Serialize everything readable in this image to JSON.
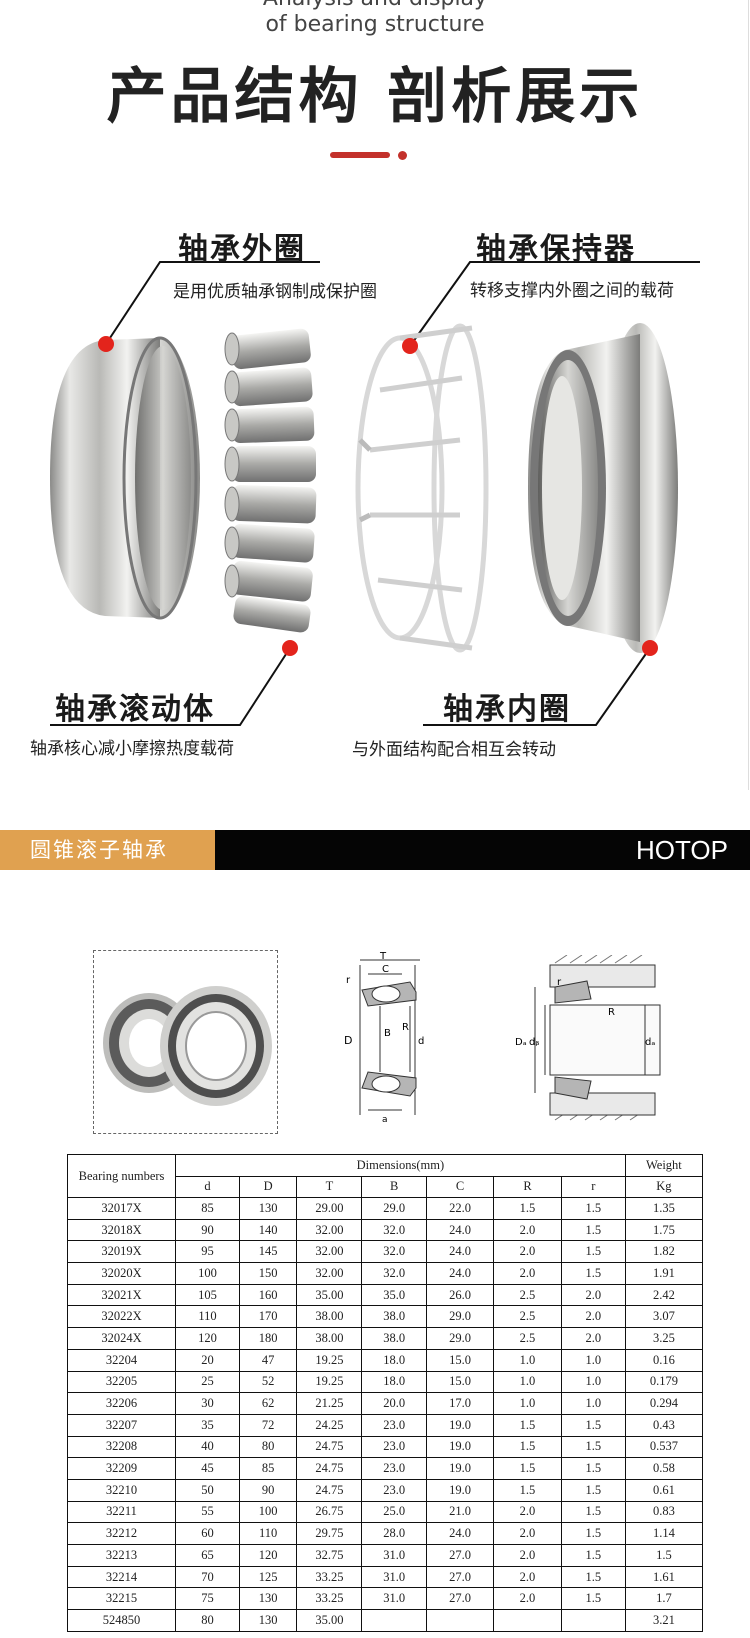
{
  "header": {
    "subtitle_line1": "Analysis and display",
    "subtitle_line2": "of bearing structure",
    "title": "产品结构 剖析展示"
  },
  "parts": {
    "outer_ring": {
      "title": "轴承外圈",
      "desc": "是用优质轴承钢制成保护圈"
    },
    "cage": {
      "title": "轴承保持器",
      "desc": "转移支撑内外圈之间的载荷"
    },
    "rolling": {
      "title": "轴承滚动体",
      "desc": "轴承核心减小摩擦热度载荷"
    },
    "inner_ring": {
      "title": "轴承内圈",
      "desc": "与外面结构配合相互会转动"
    }
  },
  "banner": {
    "left": "圆锥滚子轴承",
    "right": "HOTOP"
  },
  "diagram1_labels": {
    "T": "T",
    "C": "C",
    "r": "r",
    "D": "D",
    "B": "B",
    "R": "R",
    "d": "d",
    "a": "a"
  },
  "diagram2_labels": {
    "r": "r",
    "R": "R",
    "Da": "Dₐ",
    "db": "dᵦ",
    "da": "dₐ"
  },
  "table": {
    "col_bearing": "Bearing numbers",
    "col_dimensions": "Dimensions(mm)",
    "col_weight": "Weight",
    "subheaders": [
      "d",
      "D",
      "T",
      "B",
      "C",
      "R",
      "r",
      "Kg"
    ],
    "rows": [
      [
        "32017X",
        "85",
        "130",
        "29.00",
        "29.0",
        "22.0",
        "1.5",
        "1.5",
        "1.35"
      ],
      [
        "32018X",
        "90",
        "140",
        "32.00",
        "32.0",
        "24.0",
        "2.0",
        "1.5",
        "1.75"
      ],
      [
        "32019X",
        "95",
        "145",
        "32.00",
        "32.0",
        "24.0",
        "2.0",
        "1.5",
        "1.82"
      ],
      [
        "32020X",
        "100",
        "150",
        "32.00",
        "32.0",
        "24.0",
        "2.0",
        "1.5",
        "1.91"
      ],
      [
        "32021X",
        "105",
        "160",
        "35.00",
        "35.0",
        "26.0",
        "2.5",
        "2.0",
        "2.42"
      ],
      [
        "32022X",
        "110",
        "170",
        "38.00",
        "38.0",
        "29.0",
        "2.5",
        "2.0",
        "3.07"
      ],
      [
        "32024X",
        "120",
        "180",
        "38.00",
        "38.0",
        "29.0",
        "2.5",
        "2.0",
        "3.25"
      ],
      [
        "32204",
        "20",
        "47",
        "19.25",
        "18.0",
        "15.0",
        "1.0",
        "1.0",
        "0.16"
      ],
      [
        "32205",
        "25",
        "52",
        "19.25",
        "18.0",
        "15.0",
        "1.0",
        "1.0",
        "0.179"
      ],
      [
        "32206",
        "30",
        "62",
        "21.25",
        "20.0",
        "17.0",
        "1.0",
        "1.0",
        "0.294"
      ],
      [
        "32207",
        "35",
        "72",
        "24.25",
        "23.0",
        "19.0",
        "1.5",
        "1.5",
        "0.43"
      ],
      [
        "32208",
        "40",
        "80",
        "24.75",
        "23.0",
        "19.0",
        "1.5",
        "1.5",
        "0.537"
      ],
      [
        "32209",
        "45",
        "85",
        "24.75",
        "23.0",
        "19.0",
        "1.5",
        "1.5",
        "0.58"
      ],
      [
        "32210",
        "50",
        "90",
        "24.75",
        "23.0",
        "19.0",
        "1.5",
        "1.5",
        "0.61"
      ],
      [
        "32211",
        "55",
        "100",
        "26.75",
        "25.0",
        "21.0",
        "2.0",
        "1.5",
        "0.83"
      ],
      [
        "32212",
        "60",
        "110",
        "29.75",
        "28.0",
        "24.0",
        "2.0",
        "1.5",
        "1.14"
      ],
      [
        "32213",
        "65",
        "120",
        "32.75",
        "31.0",
        "27.0",
        "2.0",
        "1.5",
        "1.5"
      ],
      [
        "32214",
        "70",
        "125",
        "33.25",
        "31.0",
        "27.0",
        "2.0",
        "1.5",
        "1.61"
      ],
      [
        "32215",
        "75",
        "130",
        "33.25",
        "31.0",
        "27.0",
        "2.0",
        "1.5",
        "1.7"
      ],
      [
        "524850",
        "80",
        "130",
        "35.00",
        "",
        "",
        "",
        "",
        "3.21"
      ]
    ]
  },
  "colors": {
    "accent_red": "#c3312b",
    "banner_orange": "#e0a150",
    "banner_black": "#050505"
  }
}
